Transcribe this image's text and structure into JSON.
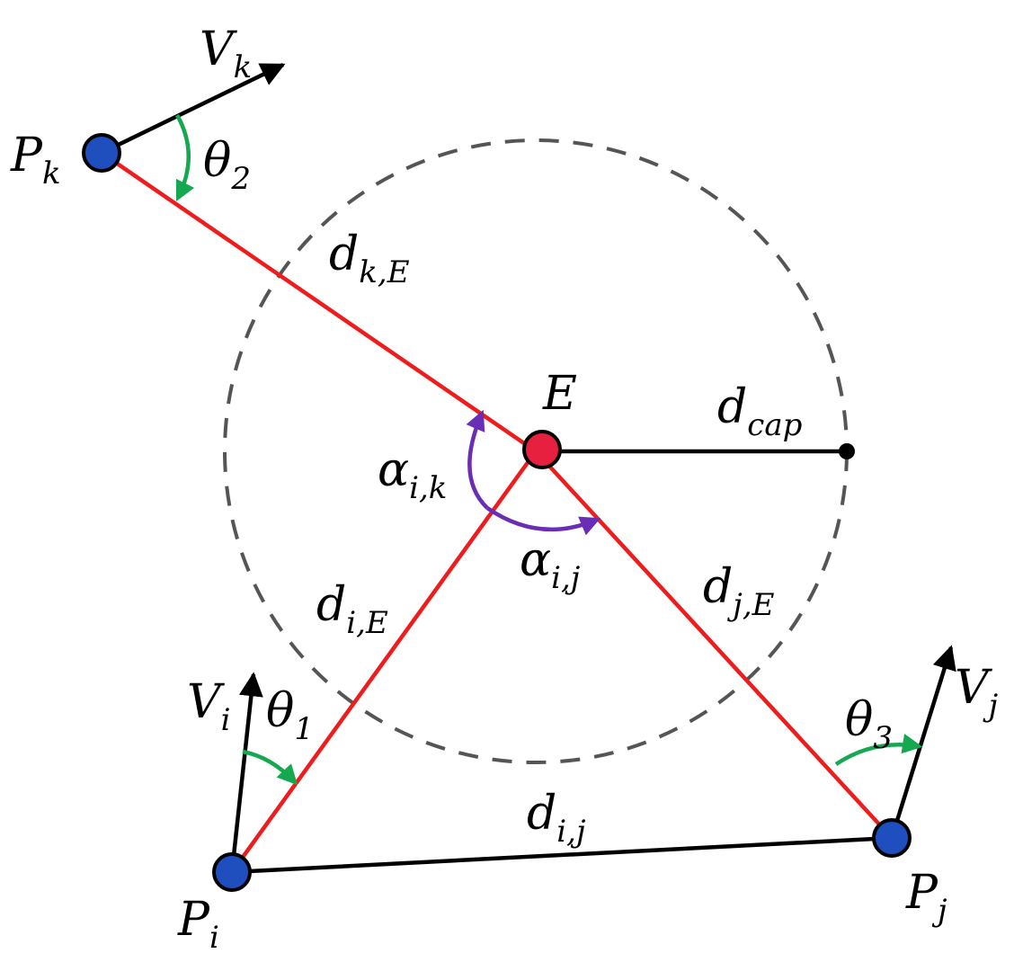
{
  "labels": {
    "pk": {
      "main": "P",
      "sub": "k"
    },
    "pi": {
      "main": "P",
      "sub": "i"
    },
    "pj": {
      "main": "P",
      "sub": "j"
    },
    "e": {
      "main": "E"
    },
    "vk": {
      "main": "V",
      "sub": "k"
    },
    "vi": {
      "main": "V",
      "sub": "i"
    },
    "vj": {
      "main": "V",
      "sub": "j"
    },
    "theta1": {
      "main": "θ",
      "sub": "1"
    },
    "theta2": {
      "main": "θ",
      "sub": "2"
    },
    "theta3": {
      "main": "θ",
      "sub": "3"
    },
    "dkE": {
      "main": "d",
      "sub": "k,E"
    },
    "diE": {
      "main": "d",
      "sub": "i,E"
    },
    "djE": {
      "main": "d",
      "sub": "j,E"
    },
    "dij": {
      "main": "d",
      "sub": "i,j"
    },
    "dcap": {
      "main": "d",
      "sub": "cap"
    },
    "alphaik": {
      "main": "α",
      "sub": "i,k"
    },
    "alphaij": {
      "main": "α",
      "sub": "i,j"
    }
  },
  "colors": {
    "node_blue": "#1f4fbf",
    "node_red": "#e8203f",
    "edge_red": "#ee1c1c",
    "angle_green": "#16a850",
    "angle_purple": "#6a2db5",
    "circle_gray": "#555555",
    "ink": "#000000"
  }
}
